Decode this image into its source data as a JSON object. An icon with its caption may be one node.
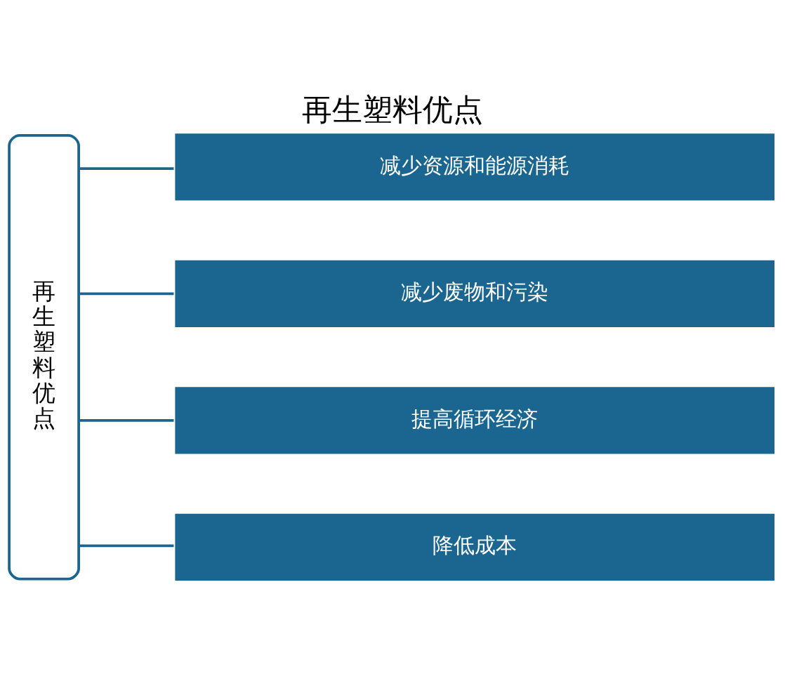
{
  "diagram": {
    "title": "再生塑料优点",
    "nodes": [
      {
        "text": [
          "再生塑料优点"
        ]
      },
      {
        "text": [
          "减少资源和能源消耗"
        ]
      },
      {
        "text": [
          "减少废物和污染"
        ]
      },
      {
        "text": [
          "提高循环经济"
        ]
      },
      {
        "text": [
          "降低成本"
        ]
      }
    ],
    "edges": [
      {
        "from": 0,
        "to": 1,
        "arrow": "none"
      },
      {
        "from": 0,
        "to": 2,
        "arrow": "none"
      },
      {
        "from": 0,
        "to": 3,
        "arrow": "none"
      },
      {
        "from": 0,
        "to": 4,
        "arrow": "none"
      }
    ]
  }
}
